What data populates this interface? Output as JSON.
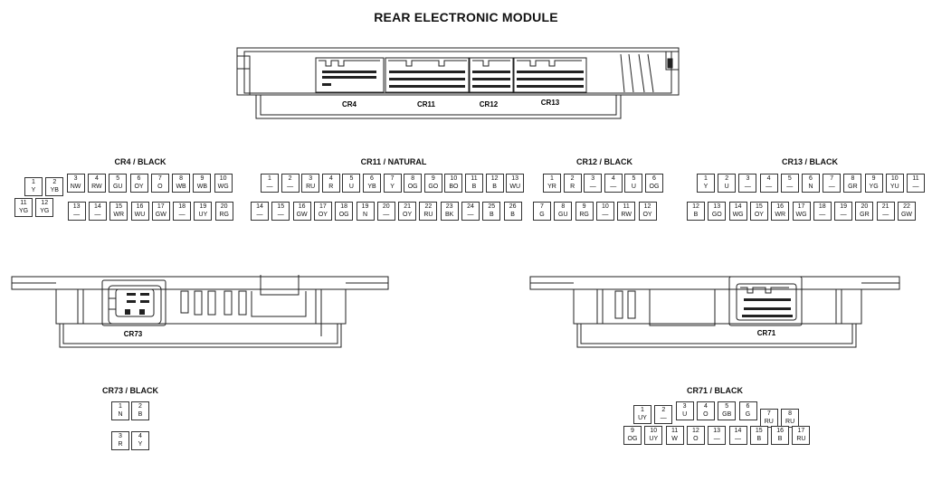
{
  "title": "REAR ELECTRONIC MODULE",
  "module_labels": {
    "cr4": "CR4",
    "cr11": "CR11",
    "cr12": "CR12",
    "cr13": "CR13",
    "cr73": "CR73",
    "cr71": "CR71"
  },
  "connectors": [
    {
      "id": "cr4",
      "title": "CR4 / BLACK",
      "rows": [
        [
          [
            "1",
            "Y"
          ],
          [
            "2",
            "YB"
          ],
          [
            "3",
            "NW"
          ],
          [
            "4",
            "RW"
          ],
          [
            "5",
            "GU"
          ],
          [
            "6",
            "OY"
          ],
          [
            "7",
            "O"
          ],
          [
            "8",
            "WB"
          ],
          [
            "9",
            "WB"
          ],
          [
            "10",
            "WG"
          ]
        ],
        [
          [
            "11",
            "YG"
          ],
          [
            "12",
            "YG"
          ],
          [
            "13",
            "—"
          ],
          [
            "14",
            "—"
          ],
          [
            "15",
            "WR"
          ],
          [
            "16",
            "WU"
          ],
          [
            "17",
            "GW"
          ],
          [
            "18",
            "—"
          ],
          [
            "19",
            "UY"
          ],
          [
            "20",
            "RG"
          ]
        ]
      ]
    },
    {
      "id": "cr11",
      "title": "CR11 / NATURAL",
      "rows": [
        [
          [
            "1",
            "—"
          ],
          [
            "2",
            "—"
          ],
          [
            "3",
            "RU"
          ],
          [
            "4",
            "R"
          ],
          [
            "5",
            "U"
          ],
          [
            "6",
            "YB"
          ],
          [
            "7",
            "Y"
          ],
          [
            "8",
            "OG"
          ],
          [
            "9",
            "GO"
          ],
          [
            "10",
            "BO"
          ],
          [
            "11",
            "B"
          ],
          [
            "12",
            "B"
          ],
          [
            "13",
            "WU"
          ]
        ],
        [
          [
            "14",
            "—"
          ],
          [
            "15",
            "—"
          ],
          [
            "16",
            "GW"
          ],
          [
            "17",
            "OY"
          ],
          [
            "18",
            "OG"
          ],
          [
            "19",
            "N"
          ],
          [
            "20",
            "—"
          ],
          [
            "21",
            "OY"
          ],
          [
            "22",
            "RU"
          ],
          [
            "23",
            "BK"
          ],
          [
            "24",
            "—"
          ],
          [
            "25",
            "B"
          ],
          [
            "26",
            "B"
          ]
        ]
      ]
    },
    {
      "id": "cr12",
      "title": "CR12 / BLACK",
      "rows": [
        [
          [
            "1",
            "YR"
          ],
          [
            "2",
            "R"
          ],
          [
            "3",
            "—"
          ],
          [
            "4",
            "—"
          ],
          [
            "5",
            "U"
          ],
          [
            "6",
            "OG"
          ]
        ],
        [
          [
            "7",
            "G"
          ],
          [
            "8",
            "GU"
          ],
          [
            "9",
            "RG"
          ],
          [
            "10",
            "—"
          ],
          [
            "11",
            "RW"
          ],
          [
            "12",
            "OY"
          ]
        ]
      ]
    },
    {
      "id": "cr13",
      "title": "CR13 / BLACK",
      "rows": [
        [
          [
            "1",
            "Y"
          ],
          [
            "2",
            "U"
          ],
          [
            "3",
            "—"
          ],
          [
            "4",
            "—"
          ],
          [
            "5",
            "—"
          ],
          [
            "6",
            "N"
          ],
          [
            "7",
            "—"
          ],
          [
            "8",
            "GR"
          ],
          [
            "9",
            "YG"
          ],
          [
            "10",
            "YU"
          ],
          [
            "11",
            "—"
          ]
        ],
        [
          [
            "12",
            "B"
          ],
          [
            "13",
            "GO"
          ],
          [
            "14",
            "WG"
          ],
          [
            "15",
            "OY"
          ],
          [
            "16",
            "WR"
          ],
          [
            "17",
            "WG"
          ],
          [
            "18",
            "—"
          ],
          [
            "19",
            "—"
          ],
          [
            "20",
            "GR"
          ],
          [
            "21",
            "—"
          ],
          [
            "22",
            "GW"
          ]
        ]
      ]
    },
    {
      "id": "cr73",
      "title": "CR73 / BLACK",
      "rows": [
        [
          [
            "1",
            "N"
          ],
          [
            "2",
            "B"
          ]
        ],
        [
          [
            "3",
            "R"
          ],
          [
            "4",
            "Y"
          ]
        ]
      ]
    },
    {
      "id": "cr71",
      "title": "CR71 / BLACK",
      "rows": [
        [
          [
            "1",
            "UY"
          ],
          [
            "2",
            "—"
          ],
          [
            "3",
            "U"
          ],
          [
            "4",
            "O"
          ],
          [
            "5",
            "GB"
          ],
          [
            "6",
            "G"
          ],
          [
            "7",
            "RU"
          ],
          [
            "8",
            "RU"
          ]
        ],
        [
          [
            "9",
            "OG"
          ],
          [
            "10",
            "UY"
          ],
          [
            "11",
            "W"
          ],
          [
            "12",
            "O"
          ],
          [
            "13",
            "—"
          ],
          [
            "14",
            "—"
          ],
          [
            "15",
            "B"
          ],
          [
            "16",
            "B"
          ],
          [
            "17",
            "RU"
          ]
        ]
      ]
    }
  ]
}
